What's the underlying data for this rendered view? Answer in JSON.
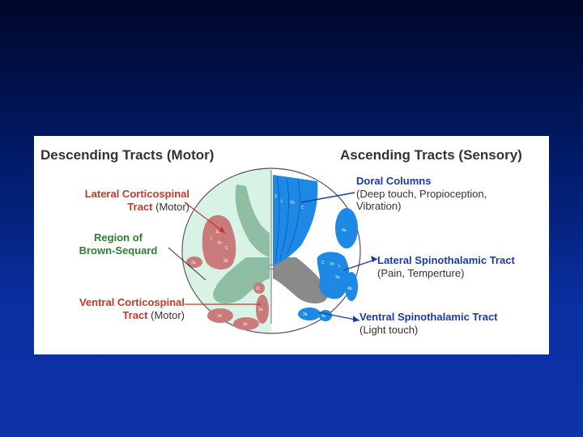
{
  "left_header": "Descending Tracts (Motor)",
  "right_header": "Ascending Tracts (Sensory)",
  "labels": {
    "lcst_line1": "Lateral Corticospinal",
    "lcst_line2a": "Tract",
    "lcst_line2b": "(Motor)",
    "brown_line1": "Region of",
    "brown_line2": "Brown-Sequard",
    "vcst_line1": "Ventral Corticospinal",
    "vcst_line2a": "Tract",
    "vcst_line2b": "(Motor)",
    "dc_title": "Doral Columns",
    "dc_sub1": "(Deep touch, Propioception,",
    "dc_sub2": "Vibration)",
    "lst_title": "Lateral Spinothalamic Tract",
    "lst_sub": "(Pain, Temperture)",
    "vst_title": "Ventral Spinothalamic Tract",
    "vst_sub": "(Light touch)"
  },
  "section_marks": {
    "dc_s": "S",
    "dc_l": "L",
    "dc_th": "Th",
    "dc_c": "C",
    "lc_1a": "1a",
    "lc_l": "L",
    "lc_th": "Th",
    "lc_c": "C",
    "lc_2a": "2a",
    "lc_2b": "2b",
    "vc_2c": "2c",
    "vc_2d": "2d",
    "vc_2e": "2e",
    "vc_1b": "1b",
    "st_4a": "4a",
    "st_c": "C",
    "st_th": "Th",
    "st_l": "L",
    "st_3a": "3a",
    "st_4b": "4b",
    "st_3b": "3b",
    "st_4c": "4c"
  },
  "colors": {
    "descending_red": "#c0392b",
    "brown_green": "#2e7d32",
    "ascending_blue": "#1a3aa8",
    "tract_blue": "#1e88e5",
    "tract_red": "#c97a7a"
  }
}
